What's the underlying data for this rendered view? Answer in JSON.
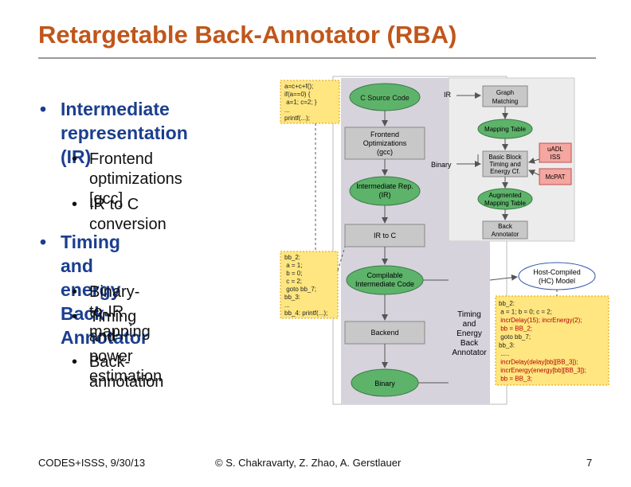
{
  "title": "Retargetable Back-Annotator (RBA)",
  "bullets": {
    "ir": {
      "line1": "Intermediate",
      "line2": "representation (IR)"
    },
    "ir_sub": [
      {
        "line1": "Frontend",
        "line2": "optimizations [gcc]"
      },
      {
        "line1": "IR to C conversion"
      }
    ],
    "timing": {
      "line1": "Timing and energy",
      "line2": "Back-Annotator"
    },
    "timing_sub": [
      {
        "line1": "Binary-to-IR mapping"
      },
      {
        "line1": "Timing and power",
        "line2": "estimation"
      },
      {
        "line1": "Back-annotation"
      }
    ]
  },
  "diagram": {
    "code_top": [
      "a=c+c+f();",
      "if(a==0) {",
      "  a=1;  c=2; }",
      "...",
      "printf(...);"
    ],
    "code_mid": [
      "bb_2:",
      "  a = 1;",
      "  b = 0;",
      "  c = 2;",
      "  goto bb_7;",
      "bb_3:",
      "...",
      "bb_4: printf(...);"
    ],
    "code_hc": [
      {
        "t": "bb_2:",
        "red": false
      },
      {
        "t": "  a = 1; b = 0; c = 2;",
        "red": false
      },
      {
        "t": "  incrDelay(15); incrEnergy(2);",
        "red": true
      },
      {
        "t": "  bb = BB_2;",
        "red": true
      },
      {
        "t": "  goto bb_7;",
        "red": false
      },
      {
        "t": "bb_3:",
        "red": false
      },
      {
        "t": "  .....",
        "red": false
      },
      {
        "t": "  incrDelay(delay[bb][BB_3]);",
        "red": true
      },
      {
        "t": "  incrEnergy(energy[bb][BB_3]);",
        "red": true
      },
      {
        "t": "  bb = BB_3;",
        "red": true
      }
    ],
    "c_source": "C Source Code",
    "frontend": [
      "Frontend",
      "Optimizations",
      "(gcc)"
    ],
    "intermediate": [
      "Intermediate Rep.",
      "(IR)"
    ],
    "ir_to_c": "IR to C",
    "compilable": [
      "Compilable",
      "Intermediate Code"
    ],
    "backend": "Backend",
    "binary": "Binary",
    "timing_box": [
      "Timing",
      "and",
      "Energy",
      "Back",
      "Annotator"
    ],
    "ir_label": "IR",
    "binary_label": "Binary",
    "graph_matching": [
      "Graph",
      "Matching"
    ],
    "mapping_table": "Mapping Table",
    "basic_block": [
      "Basic Block",
      "Timing and",
      "Energy Cf."
    ],
    "augmented": [
      "Augmented",
      "Mapping Table"
    ],
    "back_annotator": [
      "Back",
      "Annotator"
    ],
    "uadl": [
      "uADL",
      "ISS"
    ],
    "mcpat": "McPAT",
    "hc_model": [
      "Host-Compiled",
      "(HC) Model"
    ]
  },
  "footer": {
    "left": "CODES+ISSS, 9/30/13",
    "center": "© S. Chakravarty, Z. Zhao, A. Gerstlauer",
    "page": "7"
  },
  "colors": {
    "title": "#c0561b",
    "bullet": "#1b3e8f",
    "ellipse": "#5db36a",
    "box": "#c8c8c8",
    "code_bg": "#ffe680",
    "red_box": "#f4a6a0",
    "panel": "#d6d3dd"
  }
}
